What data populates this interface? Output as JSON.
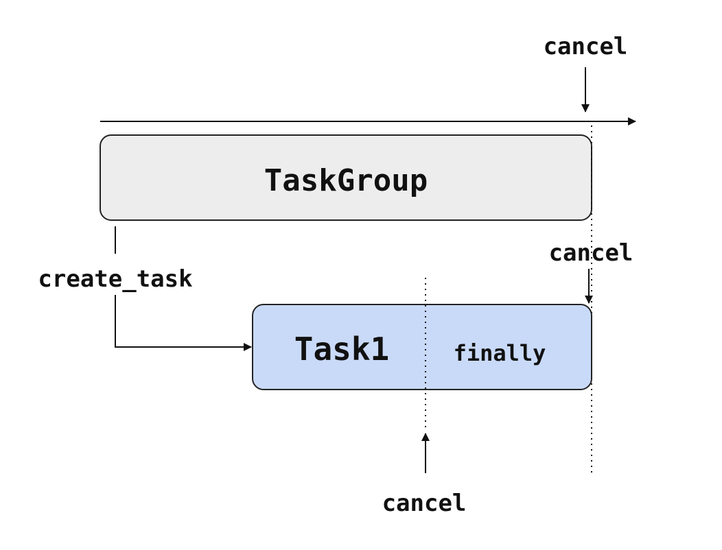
{
  "diagram": {
    "taskgroup": {
      "label": "TaskGroup",
      "fill": "#ededed",
      "stroke": "#222222"
    },
    "task1": {
      "label": "Task1",
      "finally_label": "finally",
      "fill": "#c9daf8",
      "stroke": "#222222"
    },
    "create_task_label": "create_task",
    "cancel_top_label": "cancel",
    "cancel_middle_label": "cancel",
    "cancel_bottom_label": "cancel"
  }
}
